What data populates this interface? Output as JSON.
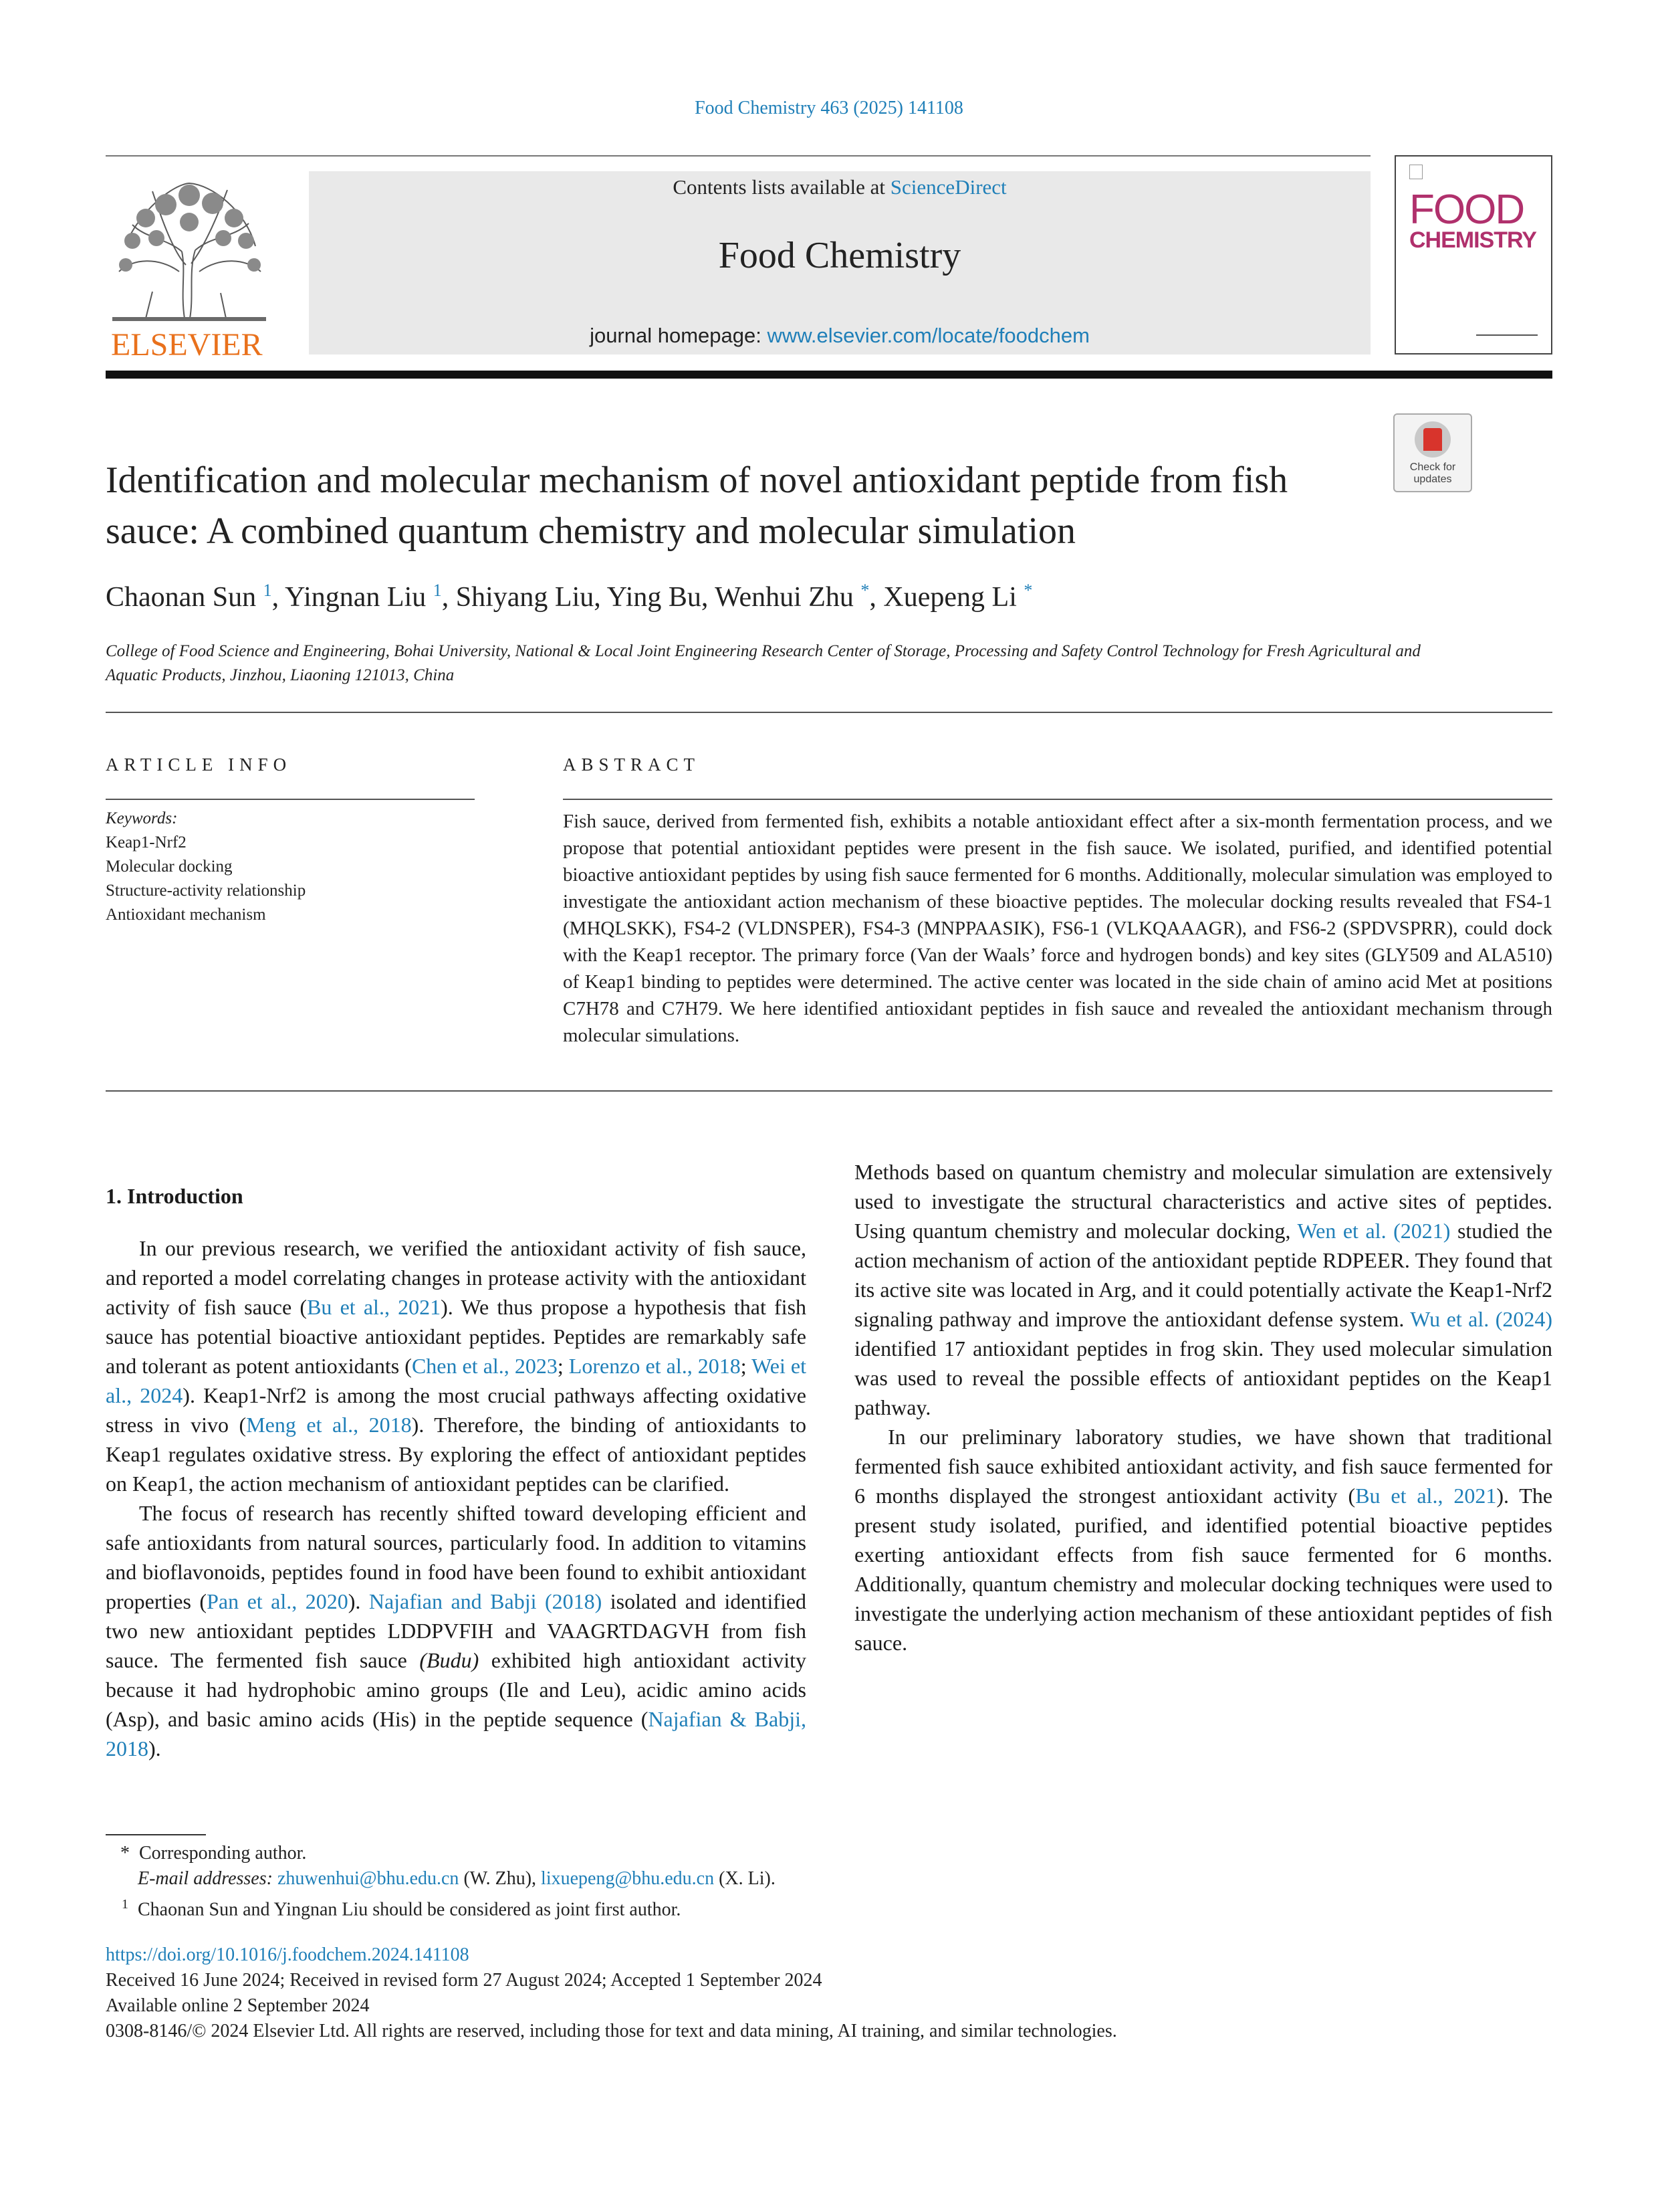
{
  "header": {
    "journal_ref": "Food Chemistry 463 (2025) 141108",
    "contents_prefix": "Contents lists available at ",
    "contents_link": "ScienceDirect",
    "journal_title": "Food Chemistry",
    "homepage_prefix": "journal homepage: ",
    "homepage_link": "www.elsevier.com/locate/foodchem",
    "publisher": "ELSEVIER",
    "cover_food": "FOOD",
    "cover_chemistry": "CHEMISTRY",
    "check_updates": "Check for updates"
  },
  "article": {
    "title": "Identification and molecular mechanism of novel antioxidant peptide from fish sauce: A combined quantum chemistry and molecular simulation",
    "authors": [
      {
        "name": "Chaonan Sun",
        "mark": "1"
      },
      {
        "name": "Yingnan Liu",
        "mark": "1"
      },
      {
        "name": "Shiyang Liu",
        "mark": ""
      },
      {
        "name": "Ying Bu",
        "mark": ""
      },
      {
        "name": "Wenhui Zhu",
        "mark": "*"
      },
      {
        "name": "Xuepeng Li",
        "mark": "*"
      }
    ],
    "affiliation": "College of Food Science and Engineering, Bohai University, National & Local Joint Engineering Research Center of Storage, Processing and Safety Control Technology for Fresh Agricultural and Aquatic Products, Jinzhou, Liaoning 121013, China"
  },
  "article_info": {
    "heading": "ARTICLE INFO",
    "keywords_label": "Keywords:",
    "keywords": [
      "Keap1-Nrf2",
      "Molecular docking",
      "Structure-activity relationship",
      "Antioxidant mechanism"
    ]
  },
  "abstract": {
    "heading": "ABSTRACT",
    "text": "Fish sauce, derived from fermented fish, exhibits a notable antioxidant effect after a six-month fermentation process, and we propose that potential antioxidant peptides were present in the fish sauce. We isolated, purified, and identified potential bioactive antioxidant peptides by using fish sauce fermented for 6 months. Additionally, molecular simulation was employed to investigate the antioxidant action mechanism of these bioactive peptides. The molecular docking results revealed that FS4-1 (MHQLSKK), FS4-2 (VLDNSPER), FS4-3 (MNPPAASIK), FS6-1 (VLKQAAAGR), and FS6-2 (SPDVSPRR), could dock with the Keap1 receptor. The primary force (Van der Waals’ force and hydrogen bonds) and key sites (GLY509 and ALA510) of Keap1 binding to peptides were determined. The active center was located in the side chain of amino acid Met at positions C7H78 and C7H79. We here identified antioxidant peptides in fish sauce and revealed the antioxidant mechanism through molecular simulations."
  },
  "body": {
    "section_title": "1.  Introduction",
    "left_p1": [
      {
        "t": "In our previous research, we verified the antioxidant activity of fish sauce, and reported a model correlating changes in protease activity with the antioxidant activity of fish sauce ("
      },
      {
        "t": "Bu et al., 2021",
        "link": true
      },
      {
        "t": "). We thus propose a hypothesis that fish sauce has potential bioactive antioxidant peptides. Peptides are remarkably safe and tolerant as potent antioxidants ("
      },
      {
        "t": "Chen et al., 2023",
        "link": true
      },
      {
        "t": "; "
      },
      {
        "t": "Lorenzo et al., 2018",
        "link": true
      },
      {
        "t": "; "
      },
      {
        "t": "Wei et al., 2024",
        "link": true
      },
      {
        "t": "). Keap1-Nrf2 is among the most crucial pathways affecting oxidative stress in vivo ("
      },
      {
        "t": "Meng et al., 2018",
        "link": true
      },
      {
        "t": "). Therefore, the binding of antioxidants to Keap1 regulates oxidative stress. By exploring the effect of antioxidant peptides on Keap1, the action mechanism of antioxidant peptides can be clarified."
      }
    ],
    "left_p2": [
      {
        "t": "The focus of research has recently shifted toward developing efficient and safe antioxidants from natural sources, particularly food. In addition to vitamins and bioflavonoids, peptides found in food have been found to exhibit antioxidant properties ("
      },
      {
        "t": "Pan et al., 2020",
        "link": true
      },
      {
        "t": "). "
      },
      {
        "t": "Najafian and Babji (2018)",
        "link": true
      },
      {
        "t": " isolated and identified two new antioxidant peptides LDDPVFIH and VAAGRTDAGVH from fish sauce. The fermented fish sauce "
      },
      {
        "t": "(Budu)",
        "italic": true
      },
      {
        "t": " exhibited high antioxidant activity because it had hydrophobic amino groups (Ile and Leu), acidic amino acids (Asp), and basic amino acids (His) in the peptide sequence ("
      },
      {
        "t": "Najafian & Babji, 2018",
        "link": true
      },
      {
        "t": ")."
      }
    ],
    "right_p1": [
      {
        "t": "Methods based on quantum chemistry and molecular simulation are extensively used to investigate the structural characteristics and active sites of peptides. Using quantum chemistry and molecular docking, "
      },
      {
        "t": "Wen et al. (2021)",
        "link": true
      },
      {
        "t": " studied the action mechanism of action of the antioxidant peptide RDPEER. They found that its active site was located in Arg, and it could potentially activate the Keap1-Nrf2 signaling pathway and improve the antioxidant defense system. "
      },
      {
        "t": "Wu et al. (2024)",
        "link": true
      },
      {
        "t": " identified 17 antioxidant peptides in frog skin. They used molecular simulation was used to reveal the possible effects of antioxidant peptides on the Keap1 pathway."
      }
    ],
    "right_p2": [
      {
        "t": "In our preliminary laboratory studies, we have shown that traditional fermented fish sauce exhibited antioxidant activity, and fish sauce fermented for 6 months displayed the strongest antioxidant activity ("
      },
      {
        "t": "Bu et al., 2021",
        "link": true
      },
      {
        "t": "). The present study isolated, purified, and identified potential bioactive peptides exerting antioxidant effects from fish sauce fermented for 6 months. Additionally, quantum chemistry and molecular docking techniques were used to investigate the underlying action mechanism of these antioxidant peptides of fish sauce."
      }
    ]
  },
  "footnotes": {
    "corr_mark": "*",
    "corr_text": "Corresponding author.",
    "email_label": "E-mail addresses: ",
    "email1": "zhuwenhui@bhu.edu.cn",
    "email1_who": " (W. Zhu), ",
    "email2": "lixuepeng@bhu.edu.cn",
    "email2_who": " (X. Li).",
    "joint_mark": "1",
    "joint_text": "Chaonan Sun and Yingnan Liu should be considered as joint first author."
  },
  "pubinfo": {
    "doi": "https://doi.org/10.1016/j.foodchem.2024.141108",
    "dates": "Received 16 June 2024; Received in revised form 27 August 2024; Accepted 1 September 2024",
    "online": "Available online 2 September 2024",
    "copyright": "0308-8146/© 2024 Elsevier Ltd. All rights are reserved, including those for text and data mining, AI training, and similar technologies."
  },
  "colors": {
    "link": "#1f7fb8",
    "cover_accent": "#b0306c",
    "elsevier_orange": "#e9711c"
  }
}
